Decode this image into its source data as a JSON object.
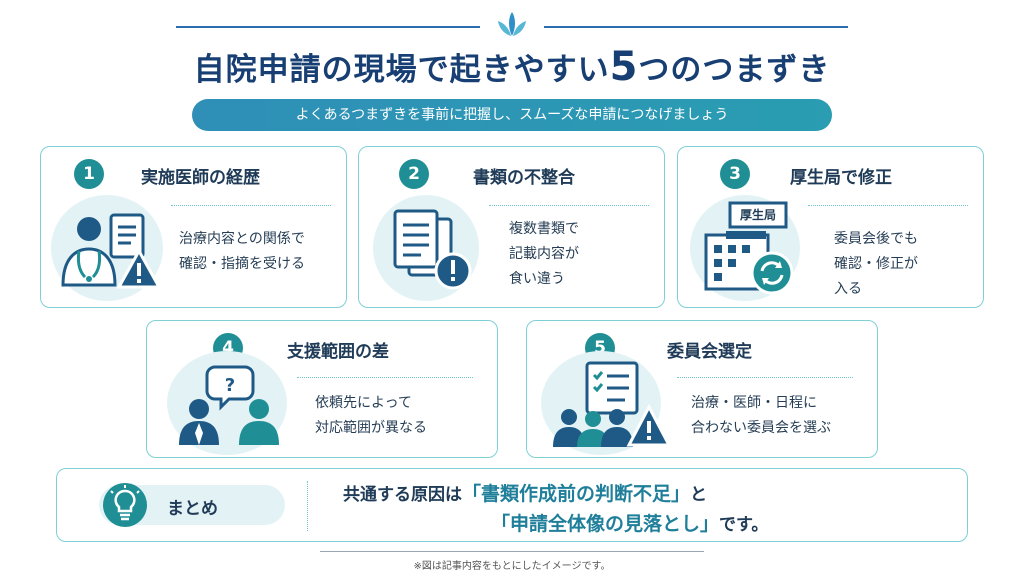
{
  "header": {
    "title_pre": "自院申請の現場で起きやすい",
    "title_num": "5",
    "title_post": "つのつまずき",
    "subtitle": "よくあるつまずきを事前に把握し、スムーズな申請につなげましょう"
  },
  "cards": [
    {
      "num": "1",
      "title": "実施医師の経歴",
      "lines": [
        "治療内容との関係で",
        "確認・指摘を受ける"
      ]
    },
    {
      "num": "2",
      "title": "書類の不整合",
      "lines": [
        "複数書類で",
        "記載内容が",
        "食い違う"
      ]
    },
    {
      "num": "3",
      "title": "厚生局で修正",
      "lines": [
        "委員会後でも",
        "確認・修正が",
        "入る"
      ],
      "icon_text": "厚生局"
    },
    {
      "num": "4",
      "title": "支援範囲の差",
      "lines": [
        "依頼先によって",
        "対応範囲が異なる"
      ]
    },
    {
      "num": "5",
      "title": "委員会選定",
      "lines": [
        "治療・医師・日程に",
        "合わない委員会を選ぶ"
      ]
    }
  ],
  "summary": {
    "label": "まとめ",
    "line1_pre": "共通する原因は",
    "line1_hl": "「書類作成前の判断不足」",
    "line1_post": "と",
    "line2_hl": "「申請全体像の見落とし」",
    "line2_post": "です。"
  },
  "footnote": "※図は記事内容をもとにしたイメージです。",
  "colors": {
    "navy": "#183f73",
    "teal": "#1f8f95",
    "border": "#7fd0d6",
    "light": "#e3f3f5"
  },
  "icons": [
    "leaf-icon",
    "doctor-warning-icon",
    "documents-alert-icon",
    "building-refresh-icon",
    "people-question-icon",
    "team-checklist-warning-icon",
    "lightbulb-icon"
  ]
}
